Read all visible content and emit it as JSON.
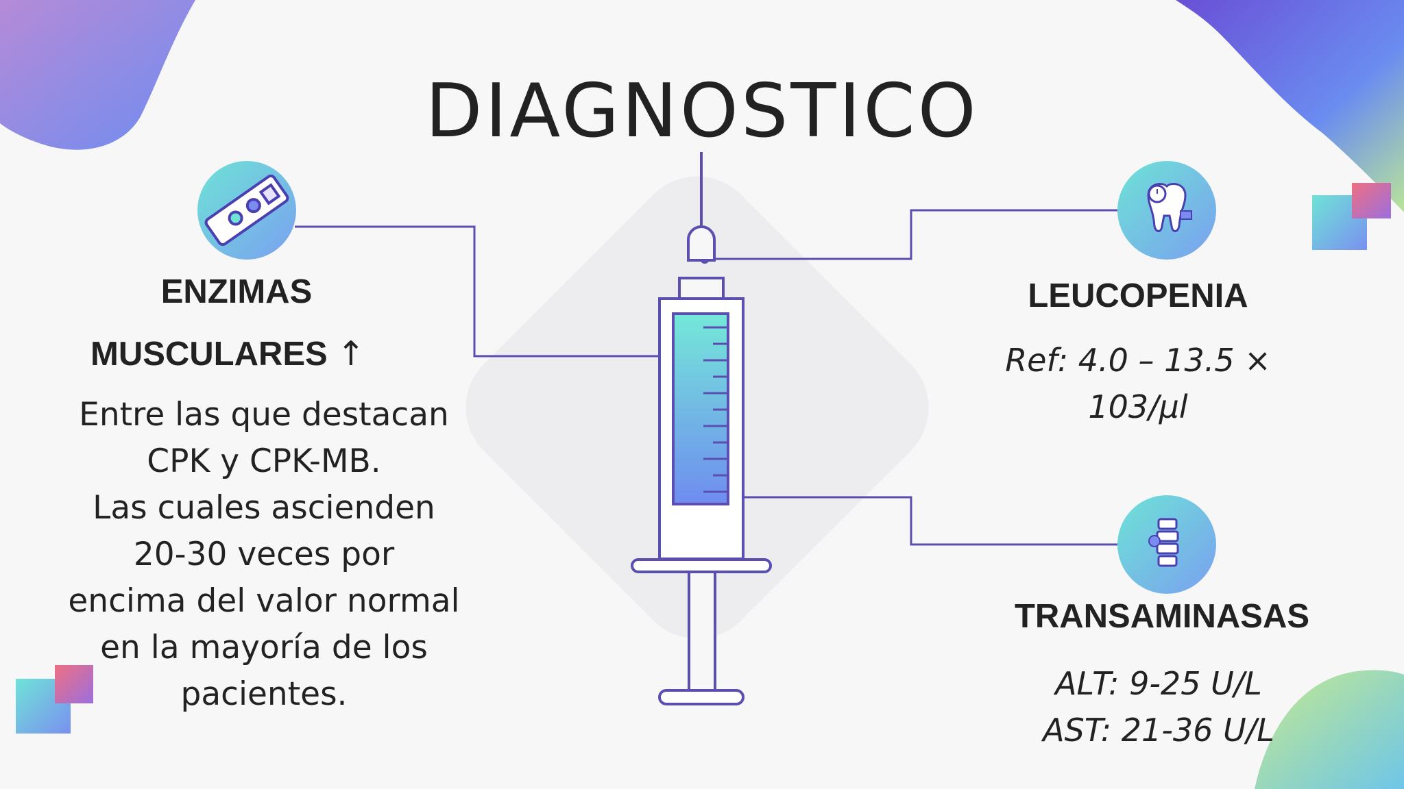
{
  "slide": {
    "title": "DIAGNOSTICO",
    "left": {
      "heading_line1": "ENZIMAS",
      "heading_line2": "MUSCULARES",
      "arrow": "↑",
      "description": [
        "Entre las que destacan",
        "CPK y CPK-MB.",
        "Las cuales ascienden",
        "20-30 veces por",
        "encima del valor normal",
        "en la mayoría de los",
        "pacientes."
      ],
      "icon": "test-strip-icon"
    },
    "right_top": {
      "heading": "LEUCOPENIA",
      "ref_lines": [
        "Ref: 4.0 – 13.5 ×",
        "103/µl"
      ],
      "icon": "tooth-clock-icon"
    },
    "right_bottom": {
      "heading": "TRANSAMINASAS",
      "ref_lines": [
        "ALT: 9-25 U/L",
        "AST: 21-36 U/L"
      ],
      "icon": "spine-icon"
    },
    "center_icon": "syringe-icon"
  },
  "colors": {
    "line": "#5a4fb0",
    "text": "#222222",
    "accent_teal": "#6ce3dc",
    "accent_purple": "#7a6cf0",
    "accent_pink": "#e66a86"
  }
}
